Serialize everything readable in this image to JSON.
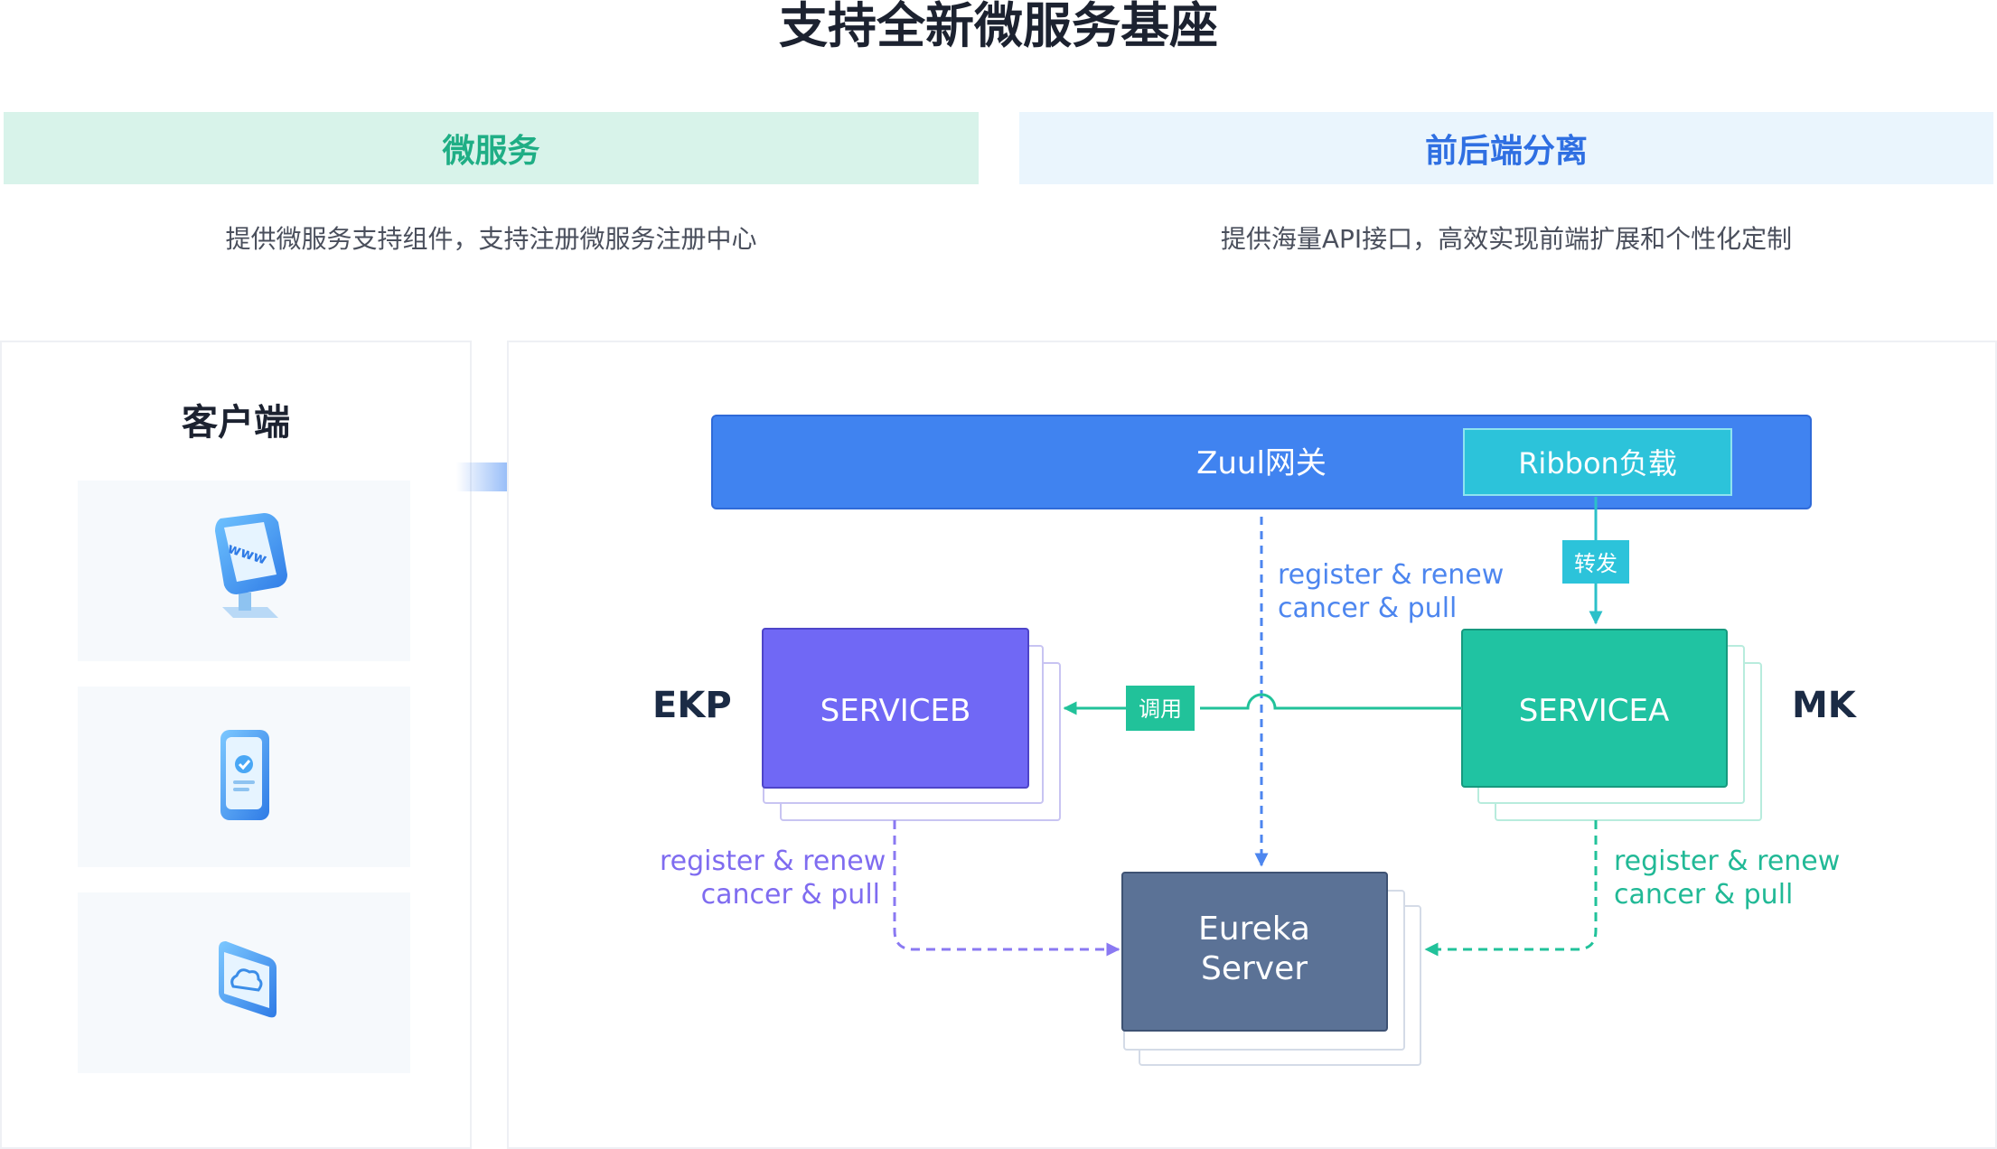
{
  "page_title": "支持全新微服务基座",
  "banners": {
    "left": {
      "title": "微服务",
      "desc": "提供微服务支持组件，支持注册微服务注册中心"
    },
    "right": {
      "title": "前后端分离",
      "desc": "提供海量API接口，高效实现前端扩展和个性化定制"
    }
  },
  "client": {
    "title": "客户端",
    "icons": [
      "monitor-www-icon",
      "tablet-check-icon",
      "cloud-device-icon"
    ],
    "www_text": "www"
  },
  "diagram": {
    "gateway_label": "Zuul网关",
    "ribbon_label": "Ribbon负载",
    "forward_label": "转发",
    "call_label": "调用",
    "serviceb_label": "SERVICEB",
    "servicea_label": "SERVICEA",
    "eureka_line1": "Eureka",
    "eureka_line2": "Server",
    "ekp_label": "EKP",
    "mk_label": "MK",
    "reg_center": {
      "line1": "register & renew",
      "line2": "cancer & pull"
    },
    "reg_left": {
      "line1": "register & renew",
      "line2": "cancer & pull"
    },
    "reg_right": {
      "line1": "register & renew",
      "line2": "cancer & pull"
    }
  },
  "colors": {
    "gateway": "#4083f0",
    "ribbon": "#2cc3da",
    "serviceb": "#7068f5",
    "servicea": "#20c3a2",
    "eureka": "#5b7296",
    "banner_green": "#d8f3ea",
    "banner_blue": "#eaf5fd"
  }
}
